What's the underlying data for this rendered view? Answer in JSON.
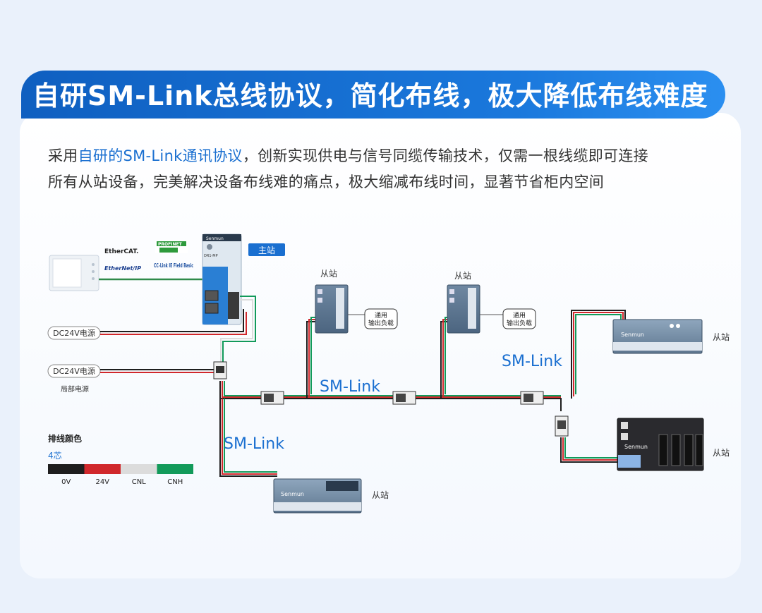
{
  "header": {
    "title": "自研SM-Link总线协议，简化布线，极大降低布线难度"
  },
  "intro": {
    "prefix": "采用",
    "highlight": "自研的SM-Link通讯协议",
    "line1_rest": "，创新实现供电与信号同缆传输技术，仅需一根线缆即可连接",
    "line2": "所有从站设备，完美解决设备布线难的痛点，极大缩减布线时间，显著节省柜内空间"
  },
  "diagram": {
    "master": {
      "badge": "主站",
      "brand": "Senmun",
      "model": "DR1-MP"
    },
    "protocols": [
      "EtherCAT.",
      "PROFINET",
      "EtherNet/IP",
      "CC-Link IE Field Basic"
    ],
    "power": {
      "source1": "DC24V电源",
      "source2": "DC24V电源",
      "local_power": "局部电源"
    },
    "bus_label": "SM-Link",
    "slave_label": "从站",
    "io_note": "通用\n输出负载",
    "io_note_line1": "通用",
    "io_note_line2": "输出负载",
    "slave_brand": "Senmun"
  },
  "legend": {
    "title": "排线颜色",
    "subtitle": "4芯",
    "items": [
      {
        "label": "0V",
        "color": "#1e1e1e"
      },
      {
        "label": "24V",
        "color": "#d0282c"
      },
      {
        "label": "CNL",
        "color": "#dcdcdc"
      },
      {
        "label": "CNH",
        "color": "#129a5a"
      }
    ]
  },
  "colors": {
    "accent": "#1a6fd0",
    "cable_black": "#1e1e1e",
    "cable_red": "#d0282c",
    "cable_green": "#129a5a"
  }
}
